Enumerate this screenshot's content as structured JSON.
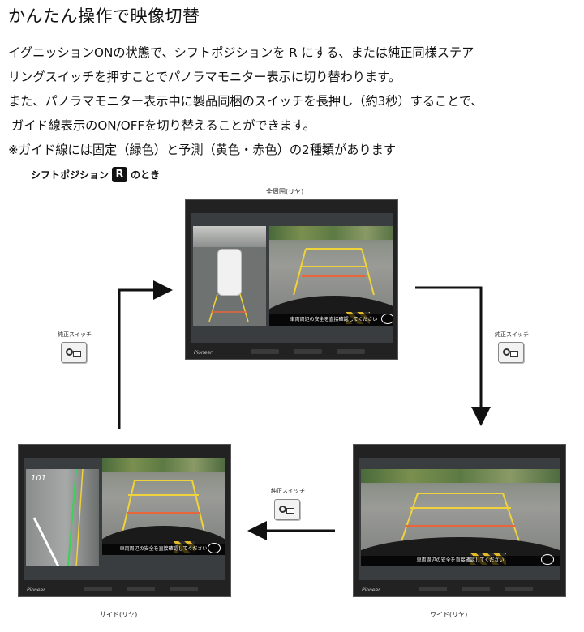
{
  "title": "かんたん操作で映像切替",
  "description": {
    "lines": [
      "イグニッションONの状態で、シフトポジションを R にする、または純正同様ステア",
      "リングスイッチを押すことでパノラマモニター表示に切り替わります。",
      "また、パノラマモニター表示中に製品同梱のスイッチを長押し（約3秒）することで、",
      "ガイド線表示のON/OFFを切り替えることができます。",
      "※ガイド線には固定（緑色）と予測（黄色・赤色）の2種類があります"
    ]
  },
  "shift_label": {
    "prefix": "シフトポジション",
    "badge": "R",
    "suffix": "のとき"
  },
  "monitors": {
    "top": {
      "caption": "全周囲(リヤ)"
    },
    "wide": {
      "caption": "ワイド(リヤ)"
    },
    "side": {
      "caption": "サイド(リヤ)"
    }
  },
  "screen_text": {
    "warning": "車両周辺の安全を直接確認してください",
    "brand": "Pioneer",
    "side_readout": "101"
  },
  "switch_label": "純正スイッチ",
  "colors": {
    "guide_yellow": "#f0d23a",
    "guide_orange": "#e8663a",
    "guide_green": "#3fcf5a",
    "arrow": "#111111"
  },
  "icons": {
    "switch": "camera-switch-icon",
    "arrow": "flow-arrow-icon"
  }
}
